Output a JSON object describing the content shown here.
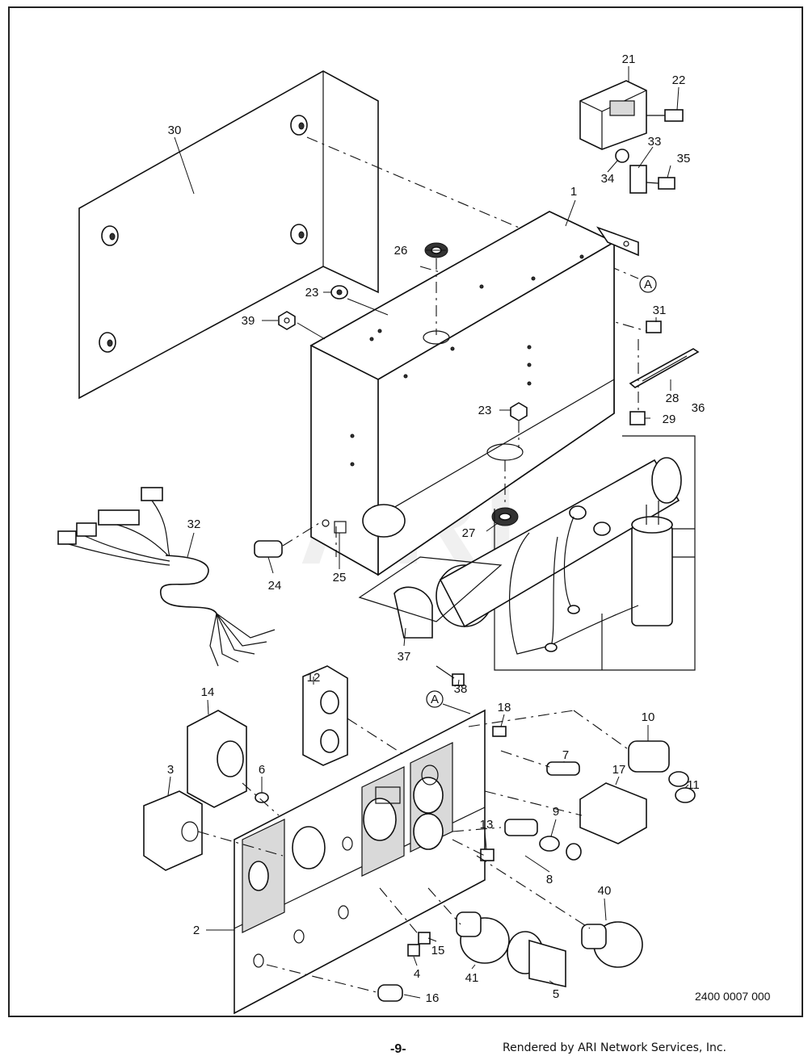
{
  "diagram": {
    "watermark": "ARI",
    "drawing_number": "2400 0007 000",
    "page_number": "-9-",
    "render_credit": "Rendered by ARI Network Services, Inc."
  },
  "callouts": {
    "p1": "1",
    "p2": "2",
    "p3": "3",
    "p4": "4",
    "p5": "5",
    "p6": "6",
    "p7": "7",
    "p8": "8",
    "p9": "9",
    "p10": "10",
    "p11": "11",
    "p12": "12",
    "p13": "13",
    "p14": "14",
    "p15": "15",
    "p16": "16",
    "p17": "17",
    "p18": "18",
    "p21": "21",
    "p22": "22",
    "p23a": "23",
    "p23b": "23",
    "p24": "24",
    "p25": "25",
    "p26": "26",
    "p27": "27",
    "p28": "28",
    "p29": "29",
    "p30": "30",
    "p31": "31",
    "p32": "32",
    "p33": "33",
    "p34": "34",
    "p35": "35",
    "p36": "36",
    "p37": "37",
    "p38": "38",
    "p39": "39",
    "p40": "40",
    "p41": "41",
    "refA1": "A",
    "refA2": "A"
  }
}
